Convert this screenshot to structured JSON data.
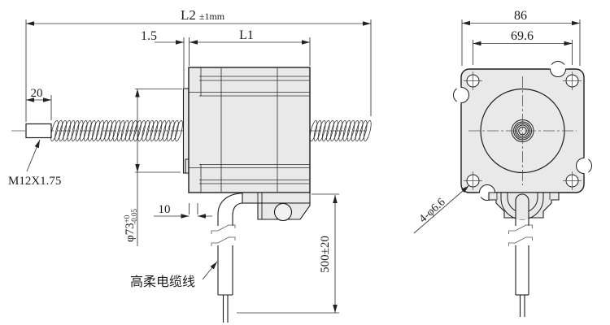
{
  "side_view": {
    "dim_overall_length": {
      "label": "L2",
      "tolerance": "±1mm"
    },
    "dim_flange_lip": "1.5",
    "dim_motor_length": "L1",
    "dim_shaft_end": "20",
    "dim_connector_offset": "10",
    "thread_spec": "M12X1.75",
    "dim_pilot_diameter": {
      "label": "φ73",
      "tol_upper": "+0",
      "tol_lower": "-0.05"
    },
    "dim_cable_length": "500±20",
    "cable_note": "高柔电缆线"
  },
  "front_view": {
    "dim_frame_width": "86",
    "dim_hole_spacing": "69.6",
    "mounting_holes_note": "4-φ6.6"
  },
  "colors": {
    "line": "#1c1c1c",
    "dim_line": "#333333",
    "body_fill": "#e9e9e9",
    "background": "#ffffff"
  }
}
